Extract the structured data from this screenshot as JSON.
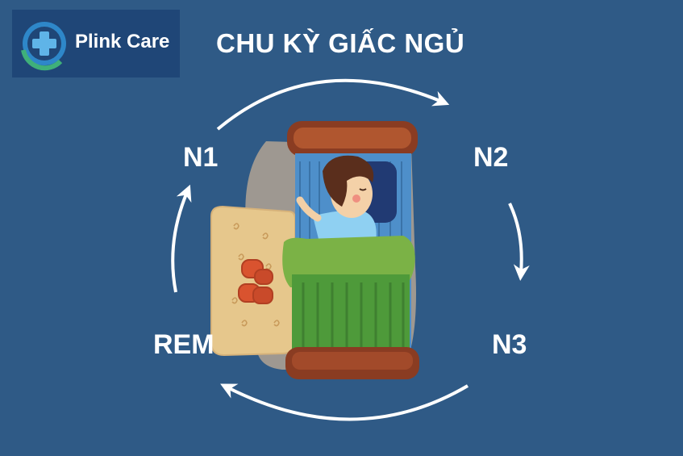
{
  "brand": {
    "name": "Plink Care",
    "logo_icon": "plus-cross-icon",
    "box_color": "#1f4677"
  },
  "title": "CHU KỲ GIẤC NGỦ",
  "stages": [
    {
      "id": "n1",
      "label": "N1"
    },
    {
      "id": "n2",
      "label": "N2"
    },
    {
      "id": "n3",
      "label": "N3"
    },
    {
      "id": "rem",
      "label": "REM"
    }
  ],
  "cycle_order": [
    "N1",
    "N2",
    "N3",
    "REM"
  ],
  "colors": {
    "background": "#2f5a86",
    "text": "#ffffff",
    "arrow": "#ffffff",
    "blanket": "#4e9a3a",
    "bed_frame": "#8a3c22",
    "rug": "#e3c48a",
    "slippers": "#d9532f"
  },
  "illustration": "child-sleeping-in-bed"
}
